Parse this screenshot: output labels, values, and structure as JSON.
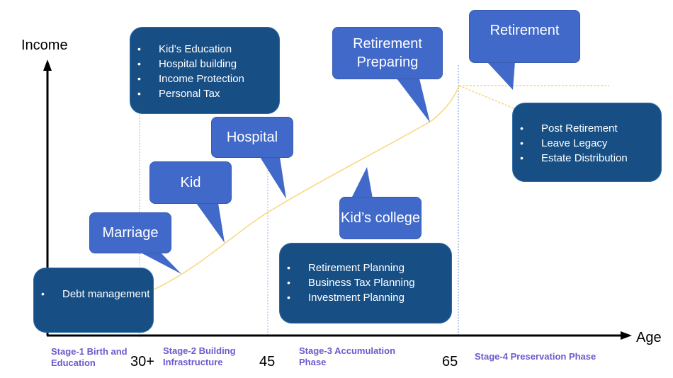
{
  "axes": {
    "y_title": "Income",
    "x_title": "Age",
    "ticks": [
      "30+",
      "45",
      "65"
    ]
  },
  "stages": [
    {
      "label": "Stage-1 Birth and Education"
    },
    {
      "label": "Stage-2 Building Infrastructure"
    },
    {
      "label": "Stage-3  Accumulation Phase"
    },
    {
      "label": "Stage-4  Preservation Phase"
    }
  ],
  "callouts": {
    "marriage": "Marriage",
    "kid": "Kid",
    "hospital": "Hospital",
    "retirement_preparing": "Retirement Preparing",
    "kids_college": "Kid’s college",
    "retirement": "Retirement"
  },
  "notes": {
    "stage1": [
      "Debt management"
    ],
    "stage2": [
      "Kid’s Education",
      "Hospital building",
      "Income Protection",
      "Personal Tax"
    ],
    "stage3": [
      "Retirement Planning",
      "Business Tax Planning",
      "Investment Planning"
    ],
    "stage4": [
      "Post Retirement",
      "Leave Legacy",
      "Estate Distribution"
    ]
  },
  "colors": {
    "callout": "#4169c9",
    "note": "#174f85",
    "stage_text": "#6a5acd",
    "income_curve": "#f7d77a",
    "divider": "#9db5e6"
  }
}
